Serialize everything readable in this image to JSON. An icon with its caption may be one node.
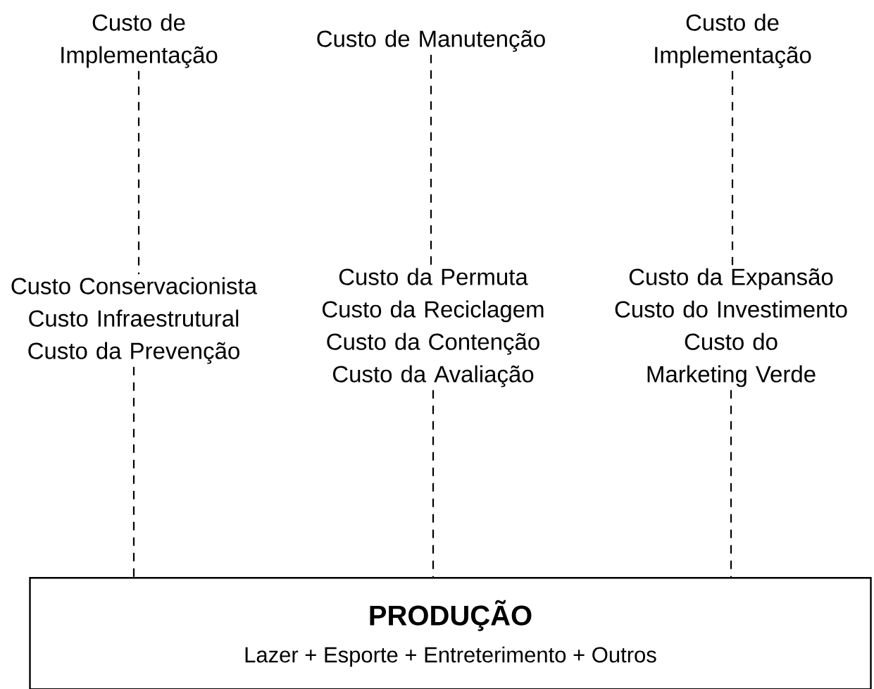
{
  "diagram": {
    "nodes": [
      {
        "text": [
          "Custo de Implementação"
        ]
      },
      {
        "text": [
          "Custo de Manutenção"
        ]
      },
      {
        "text": [
          "Custo de Implementação"
        ]
      },
      {
        "text": [
          "Custo Conservacionista",
          "Custo Infraestrutural",
          "Custo da Prevenção"
        ]
      },
      {
        "text": [
          "Custo da Permuta",
          "Custo da Reciclagem",
          "Custo da Contenção",
          "Custo da Avaliação"
        ]
      },
      {
        "text": [
          "Custo da Expansão",
          "Custo do Investimento",
          "Custo do Marketing Verde"
        ]
      },
      {
        "text": [
          "PRODUÇÃO",
          "Lazer + Esporte + Entreterimento + Outros"
        ]
      }
    ],
    "edges": [
      {
        "from": 0,
        "to": 3,
        "arrow": "none",
        "style": "dashed"
      },
      {
        "from": 1,
        "to": 4,
        "arrow": "none",
        "style": "dashed"
      },
      {
        "from": 2,
        "to": 5,
        "arrow": "none",
        "style": "dashed"
      },
      {
        "from": 3,
        "to": 6,
        "arrow": "none",
        "style": "dashed"
      },
      {
        "from": 4,
        "to": 6,
        "arrow": "none",
        "style": "dashed"
      },
      {
        "from": 5,
        "to": 6,
        "arrow": "none",
        "style": "dashed"
      }
    ]
  }
}
